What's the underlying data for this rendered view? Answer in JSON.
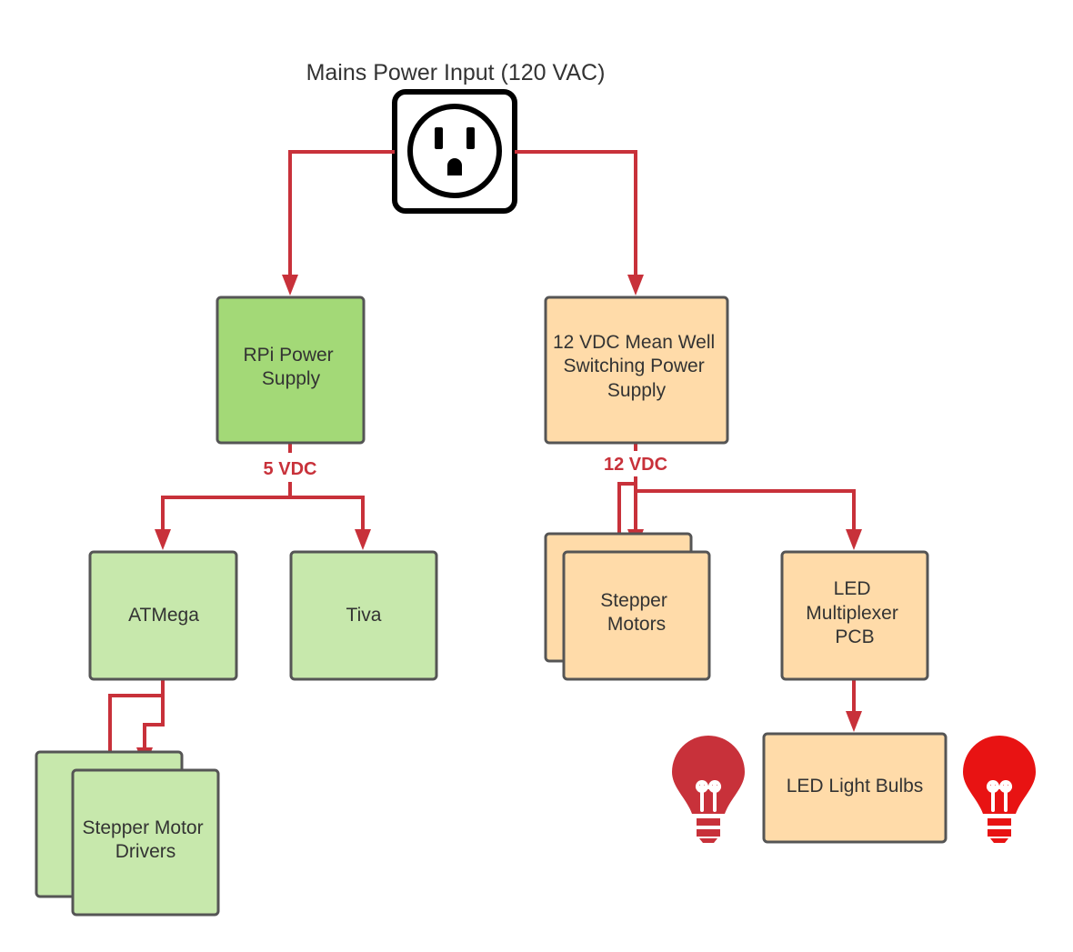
{
  "title": "Mains Power Input (120 VAC)",
  "colors": {
    "wire": "#c8313a",
    "green_dark": "#a3d977",
    "green_light": "#c7e8ac",
    "orange": "#ffdba9",
    "bulb_dark": "#c8313a",
    "bulb_bright": "#e81313",
    "box_border": "#555555"
  },
  "nodes": {
    "rpi_power": {
      "lines": [
        "RPi Power",
        "Supply"
      ]
    },
    "meanwell": {
      "lines": [
        "12 VDC Mean Well",
        "Switching Power",
        "Supply"
      ]
    },
    "atmega": {
      "lines": [
        "ATMega"
      ]
    },
    "tiva": {
      "lines": [
        "Tiva"
      ]
    },
    "stepper_motors": {
      "lines": [
        "Stepper",
        "Motors"
      ]
    },
    "led_mux": {
      "lines": [
        "LED",
        "Multiplexer",
        "PCB"
      ]
    },
    "stepper_drivers": {
      "lines": [
        "Stepper Motor",
        "Drivers"
      ]
    },
    "led_bulbs": {
      "lines": [
        "LED Light Bulbs"
      ]
    }
  },
  "voltages": {
    "rpi_out": "5 VDC",
    "meanwell_out": "12 VDC"
  },
  "icons": {
    "outlet": "power-outlet-icon",
    "bulb_left": "light-bulb-icon",
    "bulb_right": "light-bulb-icon"
  }
}
